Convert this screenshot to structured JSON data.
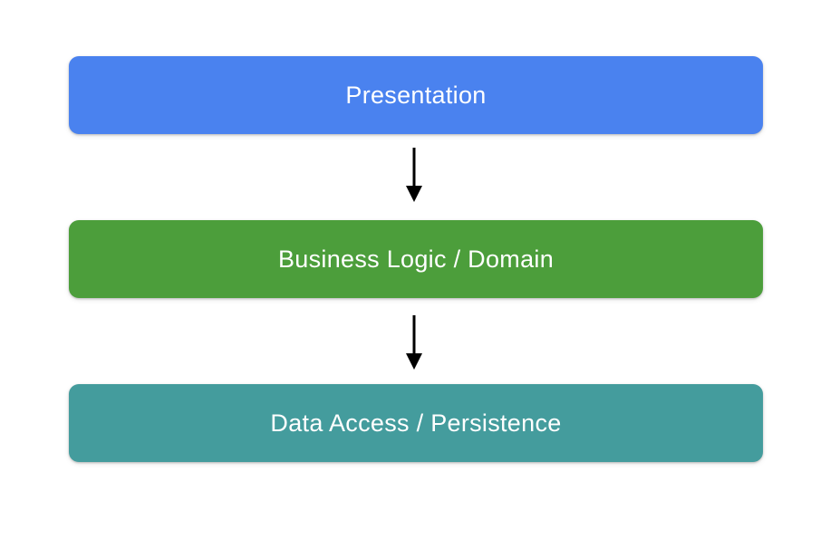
{
  "diagram": {
    "type": "layered-architecture-flow",
    "background_color": "#ffffff",
    "text_color": "#ffffff",
    "arrow_color": "#000000",
    "layers": [
      {
        "label": "Presentation",
        "color": "#4a82ef"
      },
      {
        "label": "Business Logic / Domain",
        "color": "#4c9e3b"
      },
      {
        "label": "Data Access / Persistence",
        "color": "#449c9d"
      }
    ],
    "connections": [
      {
        "from": "Presentation",
        "to": "Business Logic / Domain",
        "direction": "down"
      },
      {
        "from": "Business Logic / Domain",
        "to": "Data Access / Persistence",
        "direction": "down"
      }
    ]
  }
}
